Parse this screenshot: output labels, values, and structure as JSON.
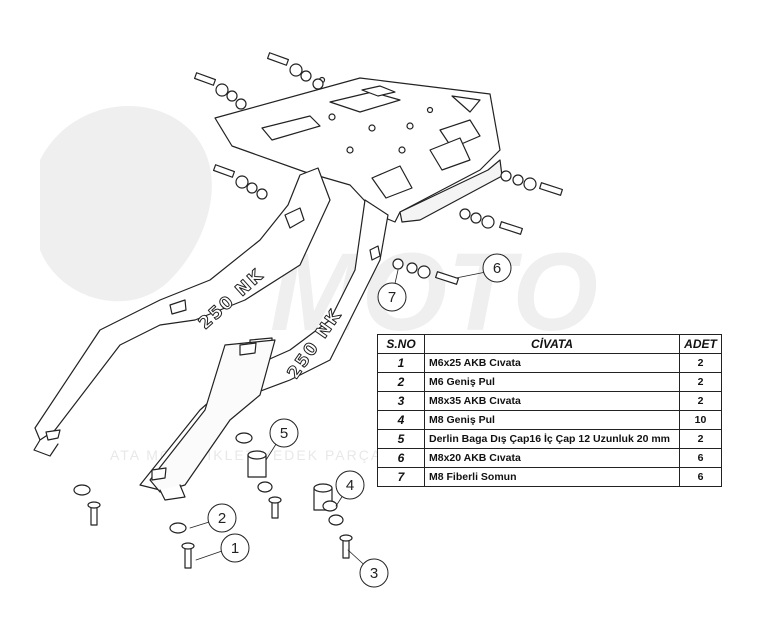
{
  "diagram": {
    "rack_text_left": "250 NK",
    "rack_text_right": "250 NK",
    "callouts": [
      "1",
      "2",
      "3",
      "4",
      "5",
      "6",
      "7"
    ]
  },
  "table": {
    "headers": {
      "no": "S.NO",
      "name": "CİVATA",
      "qty": "ADET"
    },
    "rows": [
      {
        "no": "1",
        "name": "M6x25 AKB Cıvata",
        "qty": "2"
      },
      {
        "no": "2",
        "name": "M6 Geniş Pul",
        "qty": "2"
      },
      {
        "no": "3",
        "name": "M8x35 AKB Cıvata",
        "qty": "2"
      },
      {
        "no": "4",
        "name": "M8 Geniş Pul",
        "qty": "10"
      },
      {
        "no": "5",
        "name": "Derlin Baga Dış Çap16 İç Çap 12 Uzunluk 20 mm",
        "qty": "2"
      },
      {
        "no": "6",
        "name": "M8x20 AKB Cıvata",
        "qty": "6"
      },
      {
        "no": "7",
        "name": "M8 Fiberli Somun",
        "qty": "6"
      }
    ]
  },
  "watermark": {
    "brand": "MOTO",
    "tagline": "ATA MOTOSİKLET YEDEK PARÇA VE AKSESUAR YANI"
  },
  "colors": {
    "line": "#222222",
    "watermark": "#ececec",
    "background": "#ffffff"
  }
}
